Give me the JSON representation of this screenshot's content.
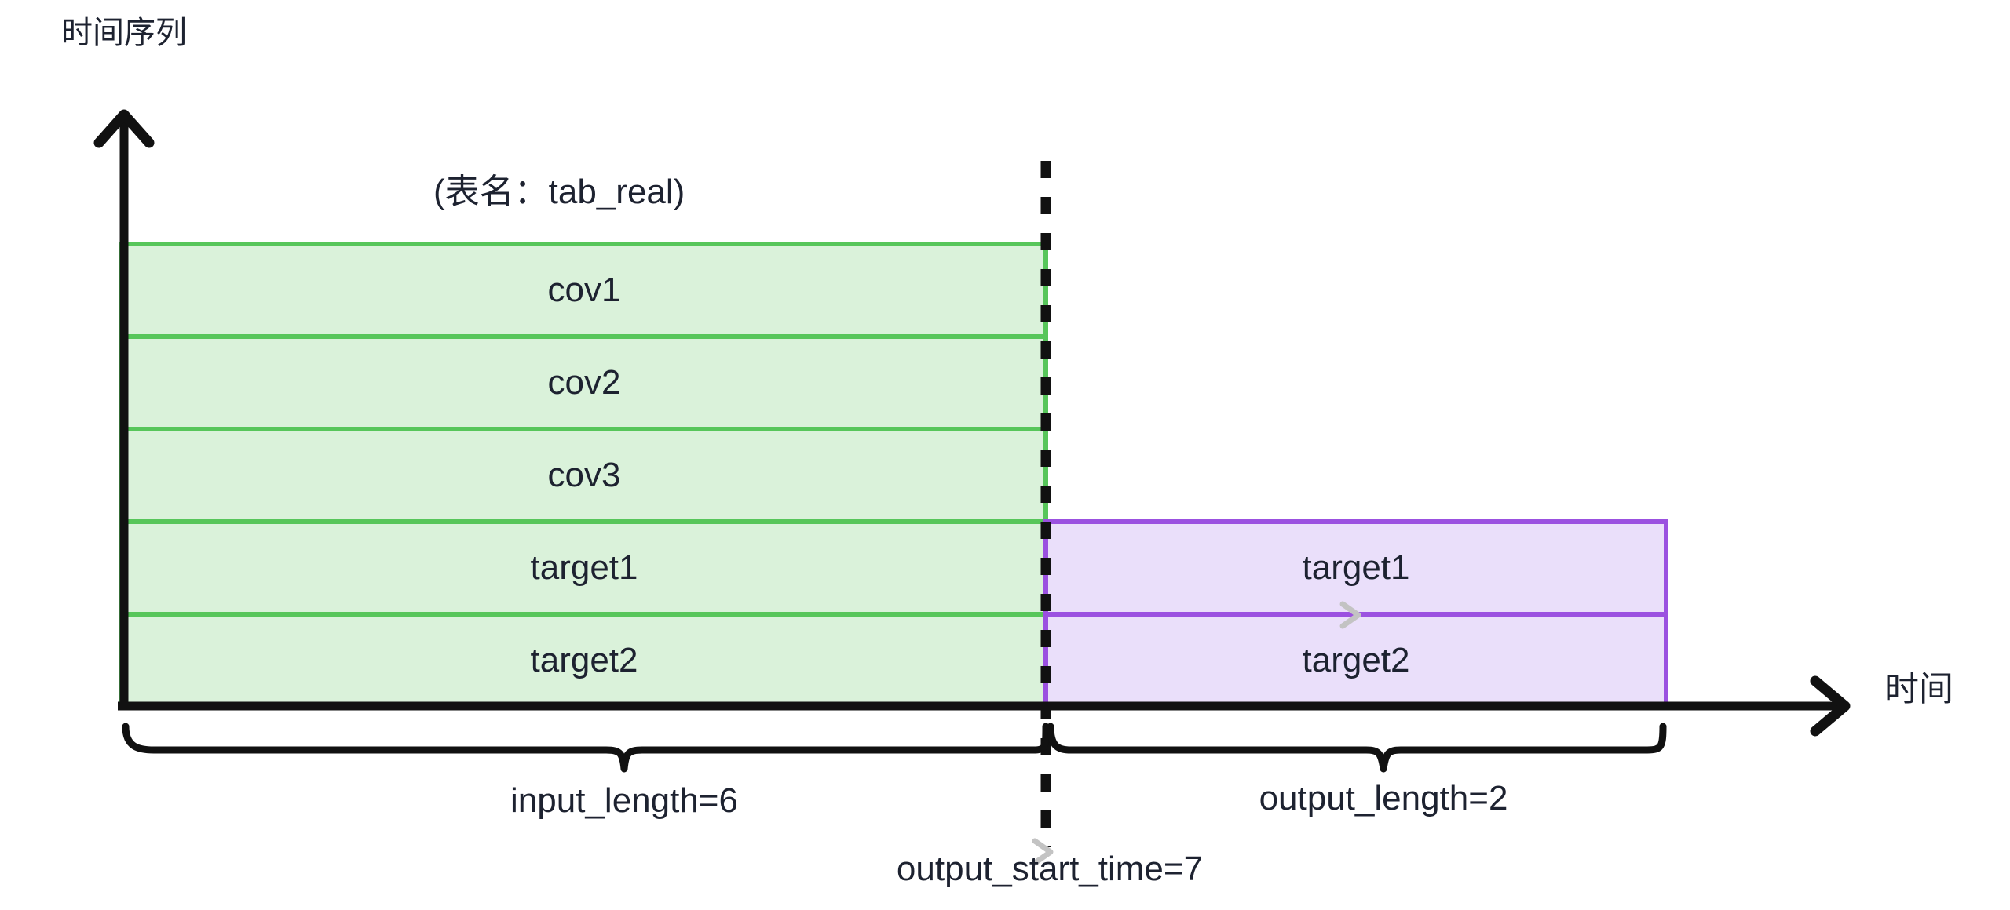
{
  "title": "时间序列",
  "table_name_label": "(表名：tab_real)",
  "axis": {
    "x_label": "时间",
    "y_arrow_icon": "up-arrow-icon",
    "x_arrow_icon": "right-arrow-icon"
  },
  "history_region": {
    "name": "tab_real",
    "fill_color": "#daf2da",
    "border_color": "#57c65a",
    "rows": [
      {
        "label": "cov1"
      },
      {
        "label": "cov2"
      },
      {
        "label": "cov3"
      },
      {
        "label": "target1"
      },
      {
        "label": "target2"
      }
    ]
  },
  "forecast_region": {
    "fill_color": "#eadffa",
    "border_color": "#9b51e0",
    "rows": [
      {
        "label": "target1"
      },
      {
        "label": "target2"
      }
    ]
  },
  "divider": {
    "style": "dashed",
    "color": "#111111",
    "label": "output_start_time=7"
  },
  "braces": [
    {
      "id": "input-length",
      "label": "input_length=6"
    },
    {
      "id": "output-length",
      "label": "output_length=2"
    }
  ],
  "chart_data": {
    "type": "diagram",
    "title": "时间序列",
    "subtitle": "(表名：tab_real)",
    "xlabel": "时间",
    "series_rows": [
      "cov1",
      "cov2",
      "cov3",
      "target1",
      "target2"
    ],
    "history_rows": [
      "cov1",
      "cov2",
      "cov3",
      "target1",
      "target2"
    ],
    "forecast_rows": [
      "target1",
      "target2"
    ],
    "input_length": 6,
    "output_length": 2,
    "output_start_time": 7,
    "annotations": [
      "input_length=6",
      "output_length=2",
      "output_start_time=7"
    ],
    "colors": {
      "history_fill": "#daf2da",
      "history_border": "#57c65a",
      "forecast_fill": "#eadffa",
      "forecast_border": "#9b51e0",
      "axis": "#111111"
    }
  }
}
